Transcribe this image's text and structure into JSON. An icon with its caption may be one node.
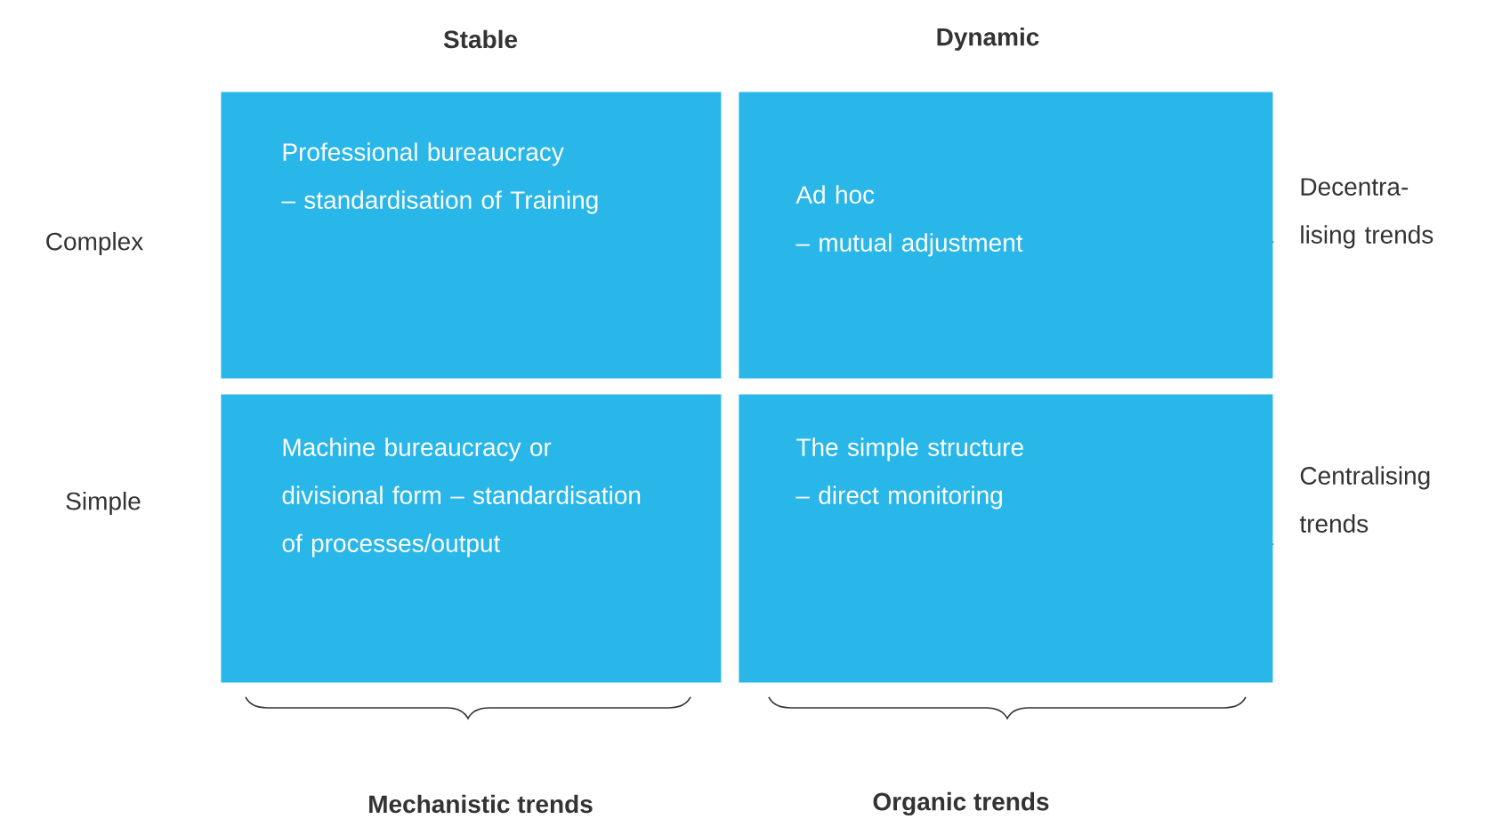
{
  "diagram": {
    "nodes": [
      {
        "text": [
          "Professional bureaucracy",
          "– standardisation of Training"
        ]
      },
      {
        "text": [
          "Ad hoc",
          "– mutual adjustment"
        ]
      },
      {
        "text": [
          "Machine bureaucracy or divisional form – standardisation of processes/output"
        ]
      },
      {
        "text": [
          "The simple structure",
          "– direct monitoring"
        ]
      }
    ],
    "edges": [],
    "labels": [
      "Stable",
      "Dynamic",
      "Complex",
      "Decentra- lising trends",
      "Simple",
      "Centralising trends",
      "Mechanistic trends",
      "Organic trends"
    ]
  }
}
